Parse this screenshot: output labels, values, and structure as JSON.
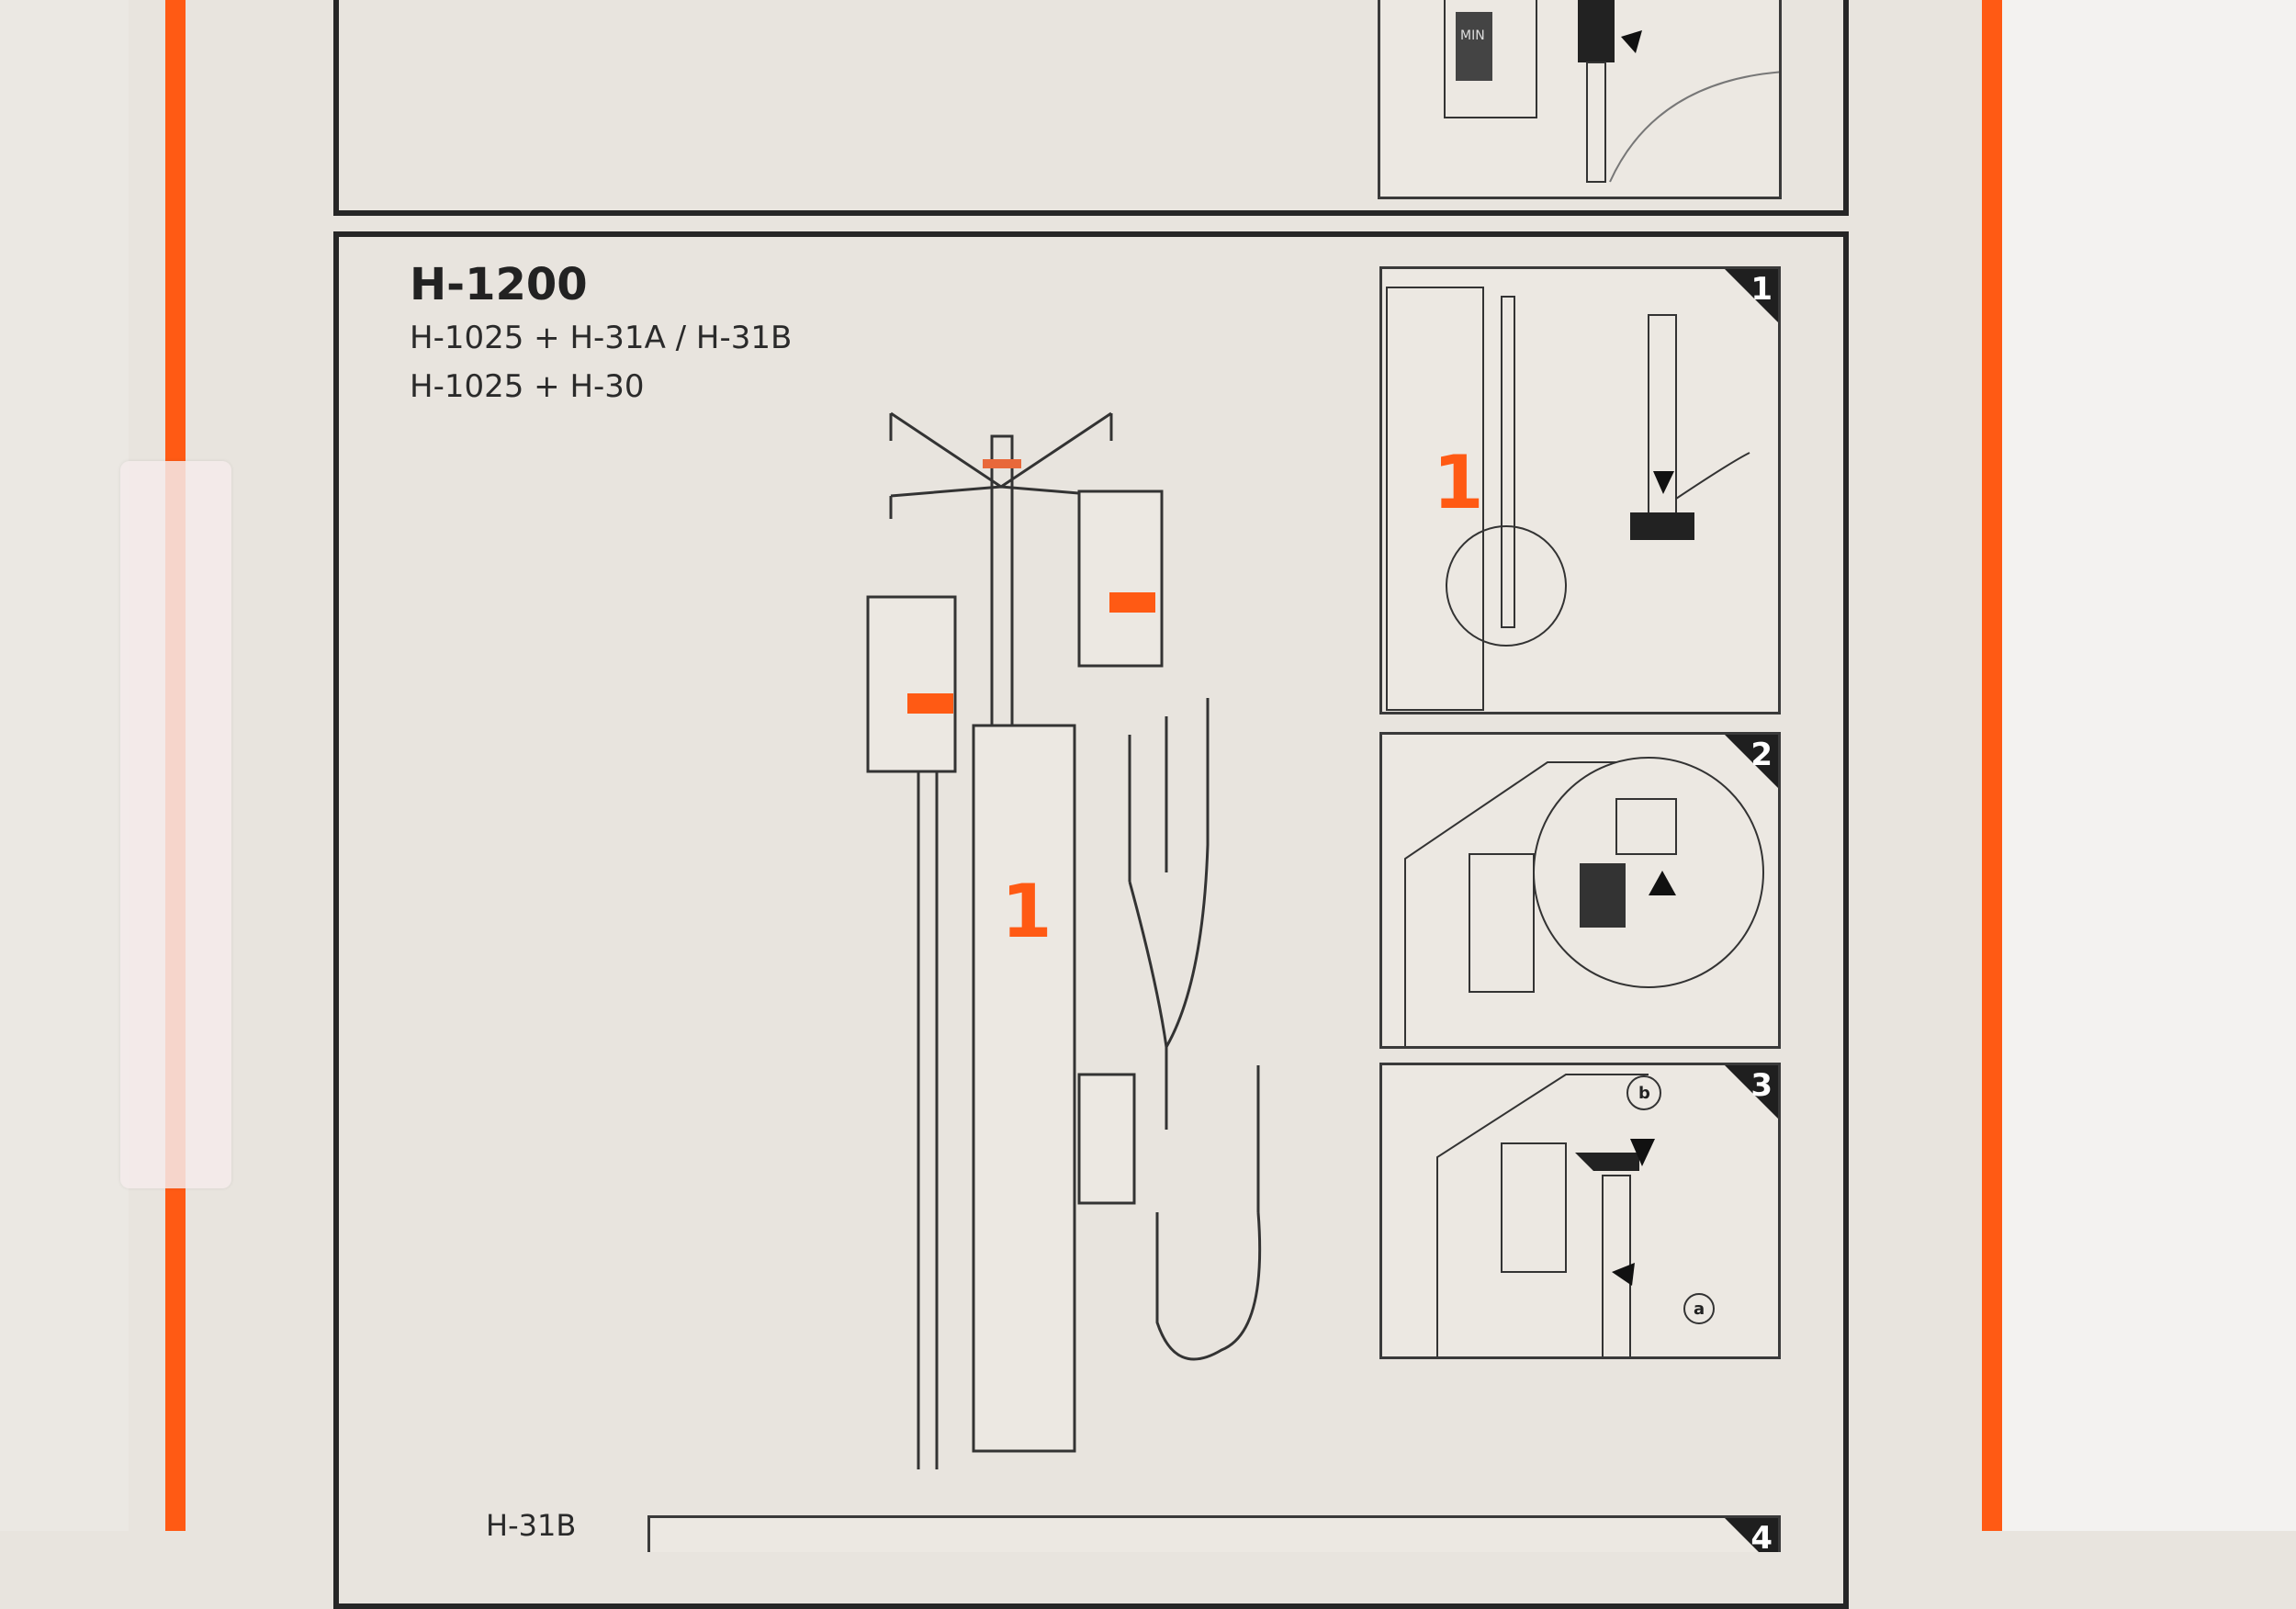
{
  "section": {
    "title": "H-1200",
    "subtitles": [
      "H-1025 + H-31A / H-31B",
      "H-1025 + H-30"
    ]
  },
  "top_panel": {
    "label": "MIN"
  },
  "panels": [
    {
      "number": "1"
    },
    {
      "number": "2"
    },
    {
      "number": "3",
      "callouts": [
        "b",
        "a"
      ]
    },
    {
      "number": "4"
    }
  ],
  "bottom_label": "H-31B",
  "illustration": {
    "unit_number": "1"
  },
  "colors": {
    "accent": "#ff5a14",
    "line": "#262626",
    "paper": "#e8e4de"
  }
}
